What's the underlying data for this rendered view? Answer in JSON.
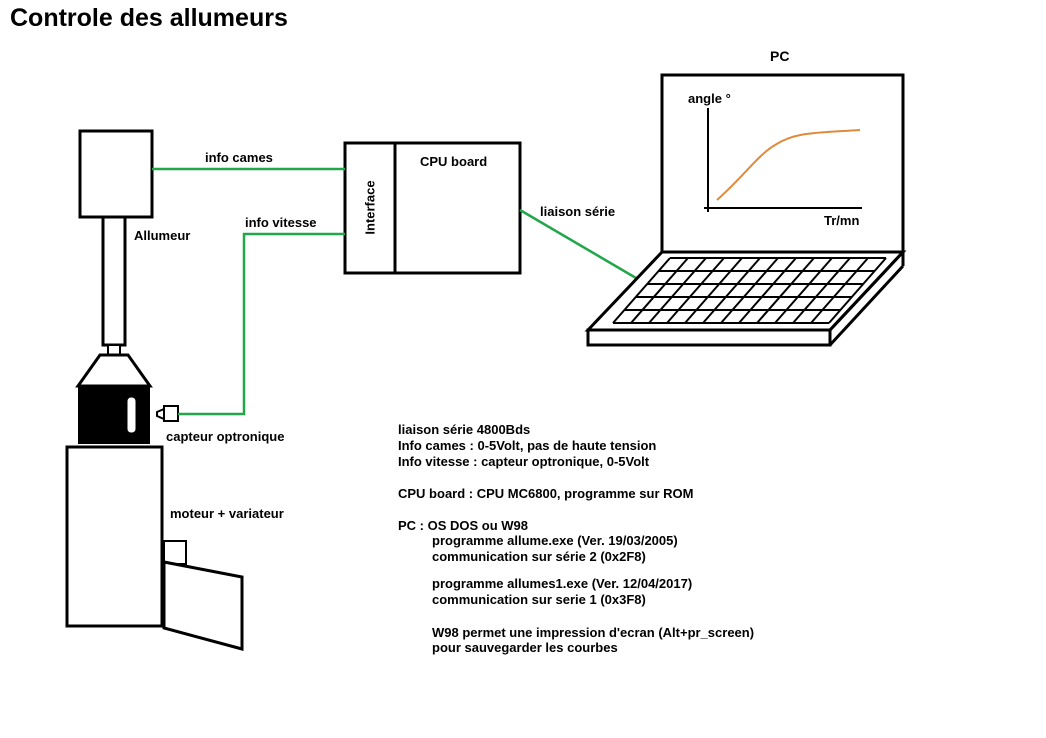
{
  "title": "Controle des allumeurs",
  "labels": {
    "pc": "PC",
    "angle": "angle °",
    "rpm": "Tr/mn",
    "info_cames": "info cames",
    "cpu_board": "CPU board",
    "interface": "Interface",
    "info_vitesse": "info vitesse",
    "liaison_serie": "liaison série",
    "allumeur": "Allumeur",
    "capteur": "capteur optronique",
    "moteur": "moteur + variateur"
  },
  "notes": [
    "liaison série   4800Bds",
    "Info cames : 0-5Volt, pas de haute tension",
    "Info vitesse : capteur optronique, 0-5Volt",
    "CPU board : CPU MC6800, programme  sur ROM",
    "PC : OS DOS ou W98",
    "programme allume.exe  (Ver. 19/03/2005)",
    "communication sur série 2 (0x2F8)",
    "programme allumes1.exe (Ver. 12/04/2017)",
    "communication sur serie 1 (0x3F8)",
    "W98 permet une impression d'ecran (Alt+pr_screen)",
    "pour sauvegarder les courbes"
  ],
  "colors": {
    "wire": "#22a64a",
    "curve": "#e08a3c",
    "stroke": "#000000"
  }
}
